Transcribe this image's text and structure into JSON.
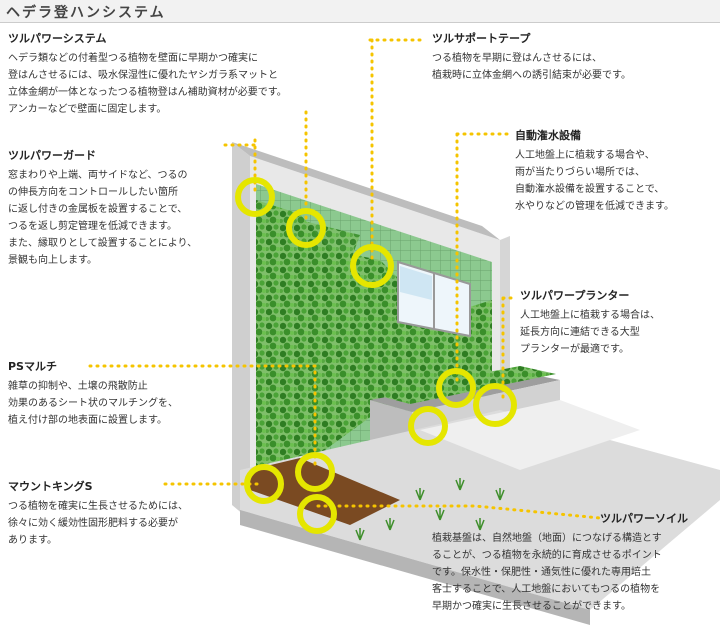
{
  "header": {
    "title": "ヘデラ登ハンシステム"
  },
  "callouts": [
    {
      "id": "system",
      "title": "ツルパワーシステム",
      "body": "ヘデラ類などの付着型つる植物を壁面に早期かつ確実に\n登はんさせるには、吸水保湿性に優れたヤシガラ系マットと\n立体金網が一体となったつる植物登はん補助資材が必要です。\nアンカーなどで壁面に固定します。"
    },
    {
      "id": "guard",
      "title": "ツルパワーガード",
      "body": "窓まわりや上端、両サイドなど、つるの\nの伸長方向をコントロールしたい箇所\nに返し付きの金属板を設置することで、\nつるを返し剪定管理を低減できます。\nまた、縁取りとして設置することにより、\n景観も向上します。"
    },
    {
      "id": "mulch",
      "title": "PSマルチ",
      "body": "雑草の抑制や、土壌の飛散防止\n効果のあるシート状のマルチングを、\n植え付け部の地表面に設置します。"
    },
    {
      "id": "mountking",
      "title": "マウントキングS",
      "body": "つる植物を確実に生長させるためには、\n徐々に効く緩効性固形肥料する必要が\nあります。"
    },
    {
      "id": "tape",
      "title": "ツルサポートテープ",
      "body": "つる植物を早期に登はんさせるには、\n植栽時に立体金網への誘引結束が必要です。"
    },
    {
      "id": "irrigation",
      "title": "自動潅水設備",
      "body": "人工地盤上に植栽する場合や、\n雨が当たりづらい場所では、\n自動潅水設備を設置することで、\n水やりなどの管理を低減できます。"
    },
    {
      "id": "planter",
      "title": "ツルパワープランター",
      "body": "人工地盤上に植栽する場合は、\n延長方向に連結できる大型\nプランターが最適です。"
    },
    {
      "id": "soil",
      "title": "ツルパワーソイル",
      "body": "植栽基盤は、自然地盤（地面）につなげる構造とす\nることが、つる植物を永続的に育成させるポイント\nです。保水性・保肥性・通気性に優れた専用培土\n客士することで、人工地盤においてもつるの植物を\n早期かつ確実に生長させることができます。"
    }
  ],
  "colors": {
    "highlight": "#e5e600",
    "dots": "#f5c400",
    "foliage": "#3f8f2c",
    "wall": "#e8e8e8",
    "soil": "#7a4a22"
  }
}
